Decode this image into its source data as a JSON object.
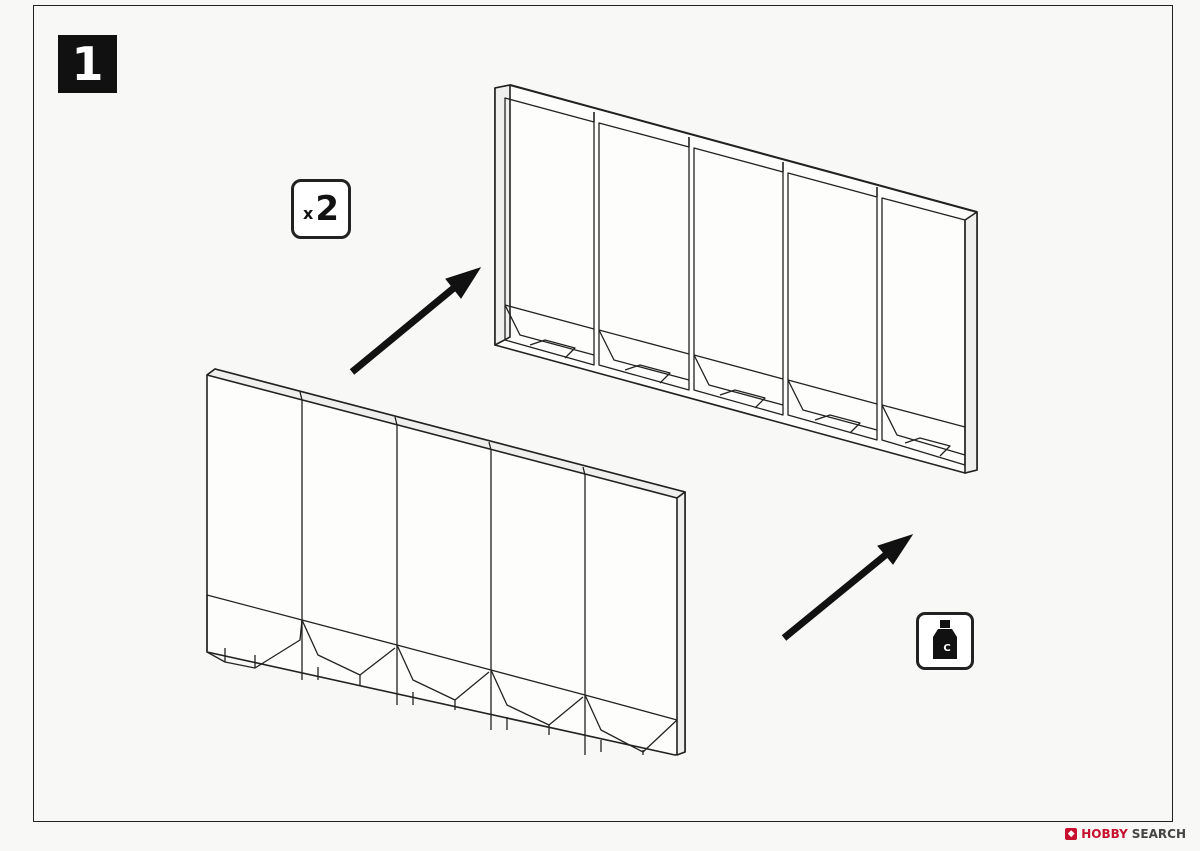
{
  "step": {
    "number": "1"
  },
  "quantity": {
    "prefix": "x",
    "count": "2"
  },
  "cement": {
    "letter": "C"
  },
  "watermark": {
    "brand": "HOBBY",
    "suffix": "SEARCH"
  }
}
